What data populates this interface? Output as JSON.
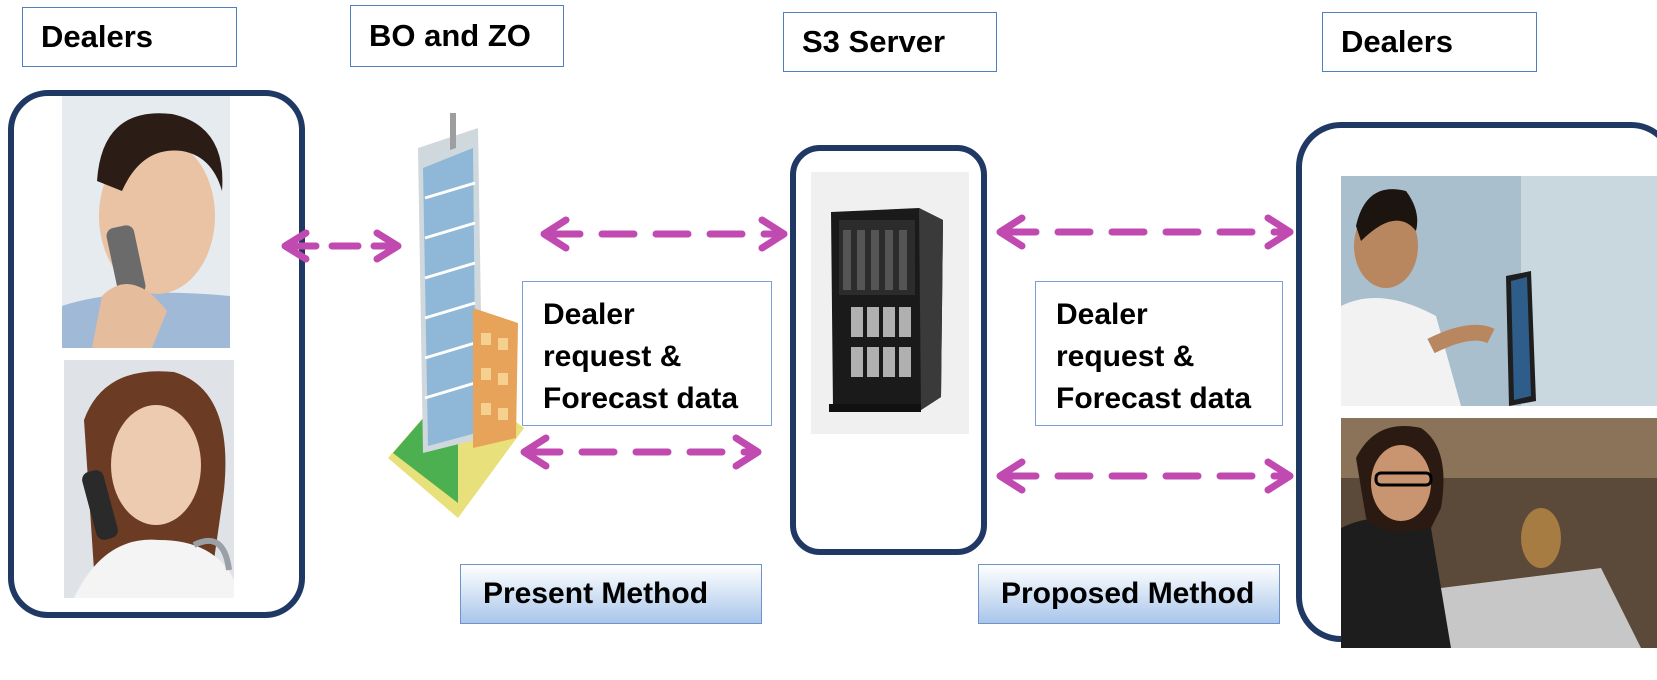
{
  "labels": {
    "dealers_left": "Dealers",
    "bo_zo": "BO and ZO",
    "s3_server": "S3 Server",
    "dealers_right": "Dealers"
  },
  "info_boxes": {
    "left": {
      "line1": "Dealer",
      "line2": "request &",
      "line3": "Forecast data"
    },
    "right": {
      "line1": "Dealer",
      "line2": "request &",
      "line3": "Forecast data"
    }
  },
  "methods": {
    "present": "Present Method",
    "proposed": "Proposed Method"
  },
  "colors": {
    "arrow": "#c04ab0",
    "frame": "#1f3864",
    "label_border": "#4f7fbf"
  },
  "images": {
    "dealer_man_phone": "man-on-phone-photo",
    "dealer_woman_phone": "woman-on-phone-photo",
    "office_building": "office-building-icon",
    "server_tower": "server-tower-photo",
    "dealer_man_laptop": "man-at-computer-photo",
    "dealer_woman_laptop": "woman-with-laptop-photo"
  }
}
